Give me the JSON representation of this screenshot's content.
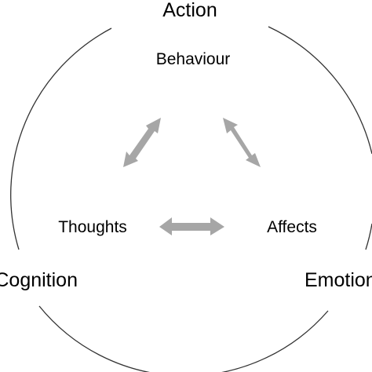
{
  "diagram": {
    "outer_labels": {
      "top": "Action",
      "left": "Cognition",
      "right": "Emotion"
    },
    "inner_labels": {
      "top": "Behaviour",
      "left": "Thoughts",
      "right": "Affects"
    },
    "colors": {
      "circle": "#333333",
      "arrow": "#a6a6a6",
      "text": "#000000",
      "background": "#ffffff"
    }
  }
}
